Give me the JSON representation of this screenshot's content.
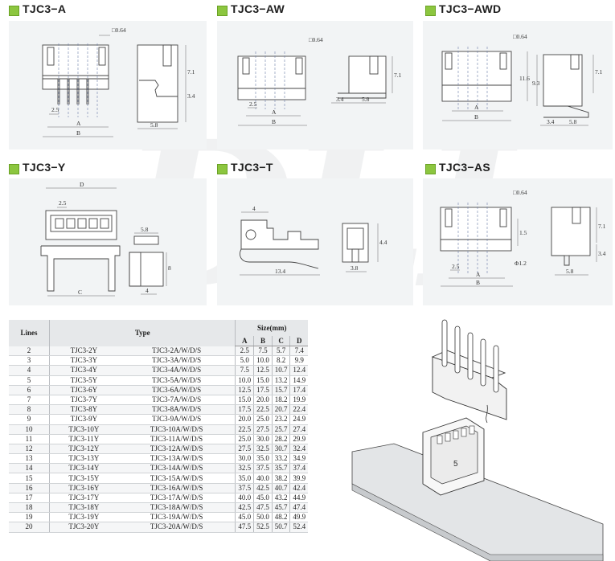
{
  "panels": [
    {
      "id": "tjc3-a",
      "title": "TJC3−A",
      "labels": {
        "pin": "□0.64",
        "h1": "7.1",
        "h2": "3.4",
        "pitch": "2.5",
        "a": "A",
        "b": "B",
        "w": "5.8"
      }
    },
    {
      "id": "tjc3-aw",
      "title": "TJC3−AW",
      "labels": {
        "pin": "□0.64",
        "h1": "7.1",
        "pitch": "2.5",
        "a": "A",
        "b": "B",
        "w1": "3.4",
        "w2": "5.8"
      }
    },
    {
      "id": "tjc3-awd",
      "title": "TJC3−AWD",
      "labels": {
        "pin": "□0.64",
        "h0": "11.6",
        "h1": "9.3",
        "h2": "7.1",
        "a": "A",
        "b": "B",
        "w1": "3.4",
        "w2": "5.8"
      }
    },
    {
      "id": "tjc3-y",
      "title": "TJC3−Y",
      "labels": {
        "d": "D",
        "pitch": "2.5",
        "w": "5.8",
        "h": "8",
        "c": "C",
        "w2": "4"
      }
    },
    {
      "id": "tjc3-t",
      "title": "TJC3−T",
      "labels": {
        "w": "4",
        "l": "13.4",
        "h": "4.4",
        "w2": "3.8"
      }
    },
    {
      "id": "tjc3-as",
      "title": "TJC3−AS",
      "labels": {
        "pin": "□0.64",
        "h1": "7.1",
        "h2": "1.5",
        "h3": "3.4",
        "pitch": "2.5",
        "hole": "Φ1.2",
        "a": "A",
        "b": "B",
        "w": "5.8"
      }
    }
  ],
  "table": {
    "head": {
      "lines": "Lines",
      "type": "Type",
      "size": "Size(mm)",
      "a": "A",
      "b": "B",
      "c": "C",
      "d": "D"
    },
    "rows": [
      [
        "2",
        "TJC3-2Y",
        "TJC3-2A/W/D/S",
        "2.5",
        "7.5",
        "5.7",
        "7.4"
      ],
      [
        "3",
        "TJC3-3Y",
        "TJC3-3A/W/D/S",
        "5.0",
        "10.0",
        "8.2",
        "9.9"
      ],
      [
        "4",
        "TJC3-4Y",
        "TJC3-4A/W/D/S",
        "7.5",
        "12.5",
        "10.7",
        "12.4"
      ],
      [
        "5",
        "TJC3-5Y",
        "TJC3-5A/W/D/S",
        "10.0",
        "15.0",
        "13.2",
        "14.9"
      ],
      [
        "6",
        "TJC3-6Y",
        "TJC3-6A/W/D/S",
        "12.5",
        "17.5",
        "15.7",
        "17.4"
      ],
      [
        "7",
        "TJC3-7Y",
        "TJC3-7A/W/D/S",
        "15.0",
        "20.0",
        "18.2",
        "19.9"
      ],
      [
        "8",
        "TJC3-8Y",
        "TJC3-8A/W/D/S",
        "17.5",
        "22.5",
        "20.7",
        "22.4"
      ],
      [
        "9",
        "TJC3-9Y",
        "TJC3-9A/W/D/S",
        "20.0",
        "25.0",
        "23.2",
        "24.9"
      ],
      [
        "10",
        "TJC3-10Y",
        "TJC3-10A/W/D/S",
        "22.5",
        "27.5",
        "25.7",
        "27.4"
      ],
      [
        "11",
        "TJC3-11Y",
        "TJC3-11A/W/D/S",
        "25.0",
        "30.0",
        "28.2",
        "29.9"
      ],
      [
        "12",
        "TJC3-12Y",
        "TJC3-12A/W/D/S",
        "27.5",
        "32.5",
        "30.7",
        "32.4"
      ],
      [
        "13",
        "TJC3-13Y",
        "TJC3-13A/W/D/S",
        "30.0",
        "35.0",
        "33.2",
        "34.9"
      ],
      [
        "14",
        "TJC3-14Y",
        "TJC3-14A/W/D/S",
        "32.5",
        "37.5",
        "35.7",
        "37.4"
      ],
      [
        "15",
        "TJC3-15Y",
        "TJC3-15A/W/D/S",
        "35.0",
        "40.0",
        "38.2",
        "39.9"
      ],
      [
        "16",
        "TJC3-16Y",
        "TJC3-16A/W/D/S",
        "37.5",
        "42.5",
        "40.7",
        "42.4"
      ],
      [
        "17",
        "TJC3-17Y",
        "TJC3-17A/W/D/S",
        "40.0",
        "45.0",
        "43.2",
        "44.9"
      ],
      [
        "18",
        "TJC3-18Y",
        "TJC3-18A/W/D/S",
        "42.5",
        "47.5",
        "45.7",
        "47.4"
      ],
      [
        "19",
        "TJC3-19Y",
        "TJC3-19A/W/D/S",
        "45.0",
        "50.0",
        "48.2",
        "49.9"
      ],
      [
        "20",
        "TJC3-20Y",
        "TJC3-20A/W/D/S",
        "47.5",
        "52.5",
        "50.7",
        "52.4"
      ]
    ]
  },
  "illustration": {
    "pin_count_label": "5"
  },
  "watermark": "DLL"
}
